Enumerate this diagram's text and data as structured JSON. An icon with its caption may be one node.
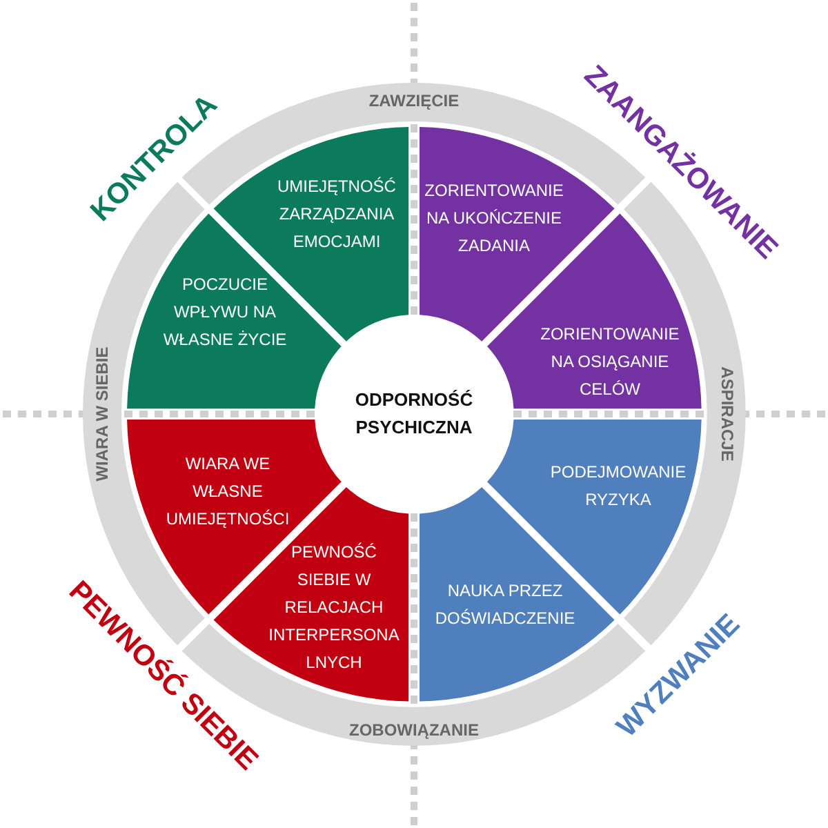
{
  "diagram": {
    "nodes": [
      {
        "text": [
          "ZAWZIĘCIE"
        ]
      },
      {
        "text": [
          "UMIEJĘTNOŚĆ ZARZĄDZANIA EMOCJAMI"
        ]
      },
      {
        "text": [
          "ZORIENTOWANIE NA UKOŃCZENIE ZADANIA"
        ]
      },
      {
        "text": [
          "POCZUCIE WPŁYWU NA WŁASNE ŻYCIE"
        ]
      },
      {
        "text": [
          "ZORIENTOWANIE NA OSIĄGANIE CELÓW"
        ]
      },
      {
        "text": [
          "WIARA W SIEBIE"
        ]
      },
      {
        "text": [
          "ODPORNOŚĆ PSYCHICZNA"
        ]
      },
      {
        "text": [
          "ASPIRACJE"
        ]
      },
      {
        "text": [
          "WIARA WE WŁASNE UMIEJĘTNOŚCI"
        ]
      },
      {
        "text": [
          "PODEJMOWANIE RYZYKA"
        ]
      },
      {
        "text": [
          "PEWNOŚĆ SIEBIE W RELACJACH INTERPERSONALNYCH"
        ]
      },
      {
        "text": [
          "NAUKA PRZEZ DOŚWIADCZENIE"
        ]
      },
      {
        "text": [
          "ZOBOWIĄZANIE"
        ]
      }
    ],
    "edges": [],
    "labels": [
      "KONTROLA",
      "ZAANGAŻOWANIE",
      "PEWNOŚĆ SIEBIE",
      "WYZWANIE"
    ]
  }
}
